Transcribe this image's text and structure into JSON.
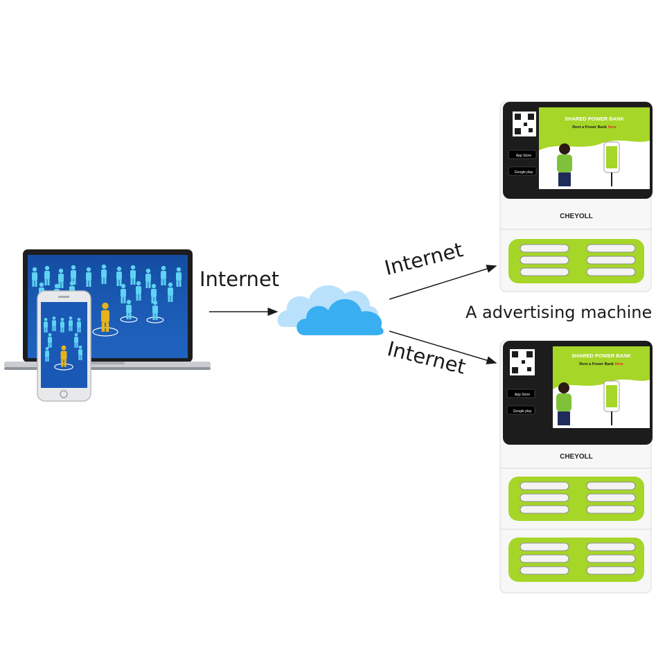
{
  "labels": {
    "internet_left": "Internet",
    "internet_upper": "Internet",
    "internet_lower": "Internet",
    "machine_caption": "A advertising machine"
  },
  "kiosk": {
    "screen_title": "SHARED POWER BANK",
    "screen_subtitle": "Rent a Power Bank",
    "screen_subtitle_emph": "Here",
    "app_store": "App Store",
    "google_play": "Google play",
    "brand": "CHEYOLL"
  },
  "colors": {
    "accent_green": "#a6d628",
    "laptop_screen": "#1a58b5",
    "figure_cyan": "#5fd3f2",
    "figure_gold": "#e6b31a",
    "cloud_blue": "#39aef1",
    "cloud_light": "#b9e1fb",
    "arrow": "#1a1a1a"
  },
  "icons": [
    "laptop-icon",
    "smartphone-icon",
    "cloud-icon",
    "qr-code-icon",
    "app-store-badge-icon",
    "google-play-badge-icon"
  ]
}
